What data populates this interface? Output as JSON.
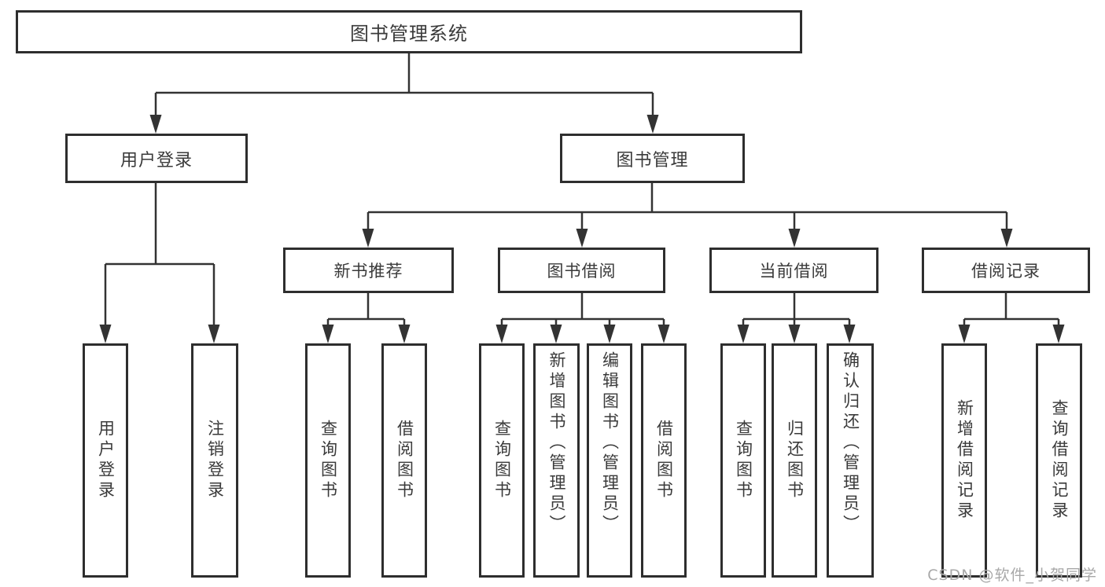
{
  "tree": {
    "root": {
      "label": "图书管理系统",
      "children": [
        {
          "label": "用户登录",
          "children": [
            {
              "label": "用户登录"
            },
            {
              "label": "注销登录"
            }
          ]
        },
        {
          "label": "图书管理",
          "children": [
            {
              "label": "新书推荐",
              "children": [
                {
                  "label": "查询图书"
                },
                {
                  "label": "借阅图书"
                }
              ]
            },
            {
              "label": "图书借阅",
              "children": [
                {
                  "label": "查询图书"
                },
                {
                  "label": "新增图书（管理员）"
                },
                {
                  "label": "编辑图书（管理员）"
                },
                {
                  "label": "借阅图书"
                }
              ]
            },
            {
              "label": "当前借阅",
              "children": [
                {
                  "label": "查询图书"
                },
                {
                  "label": "归还图书"
                },
                {
                  "label": "确认归还（管理员）"
                }
              ]
            },
            {
              "label": "借阅记录",
              "children": [
                {
                  "label": "新增借阅记录"
                },
                {
                  "label": "查询借阅记录"
                }
              ]
            }
          ]
        }
      ]
    }
  },
  "watermark": {
    "text": "CSDN @软件_小贺同学"
  },
  "colors": {
    "line": "#333333",
    "box_border": "#2e2e2e",
    "text": "#3a3a3a",
    "watermark": "#a8a8a8",
    "background": "#ffffff"
  }
}
